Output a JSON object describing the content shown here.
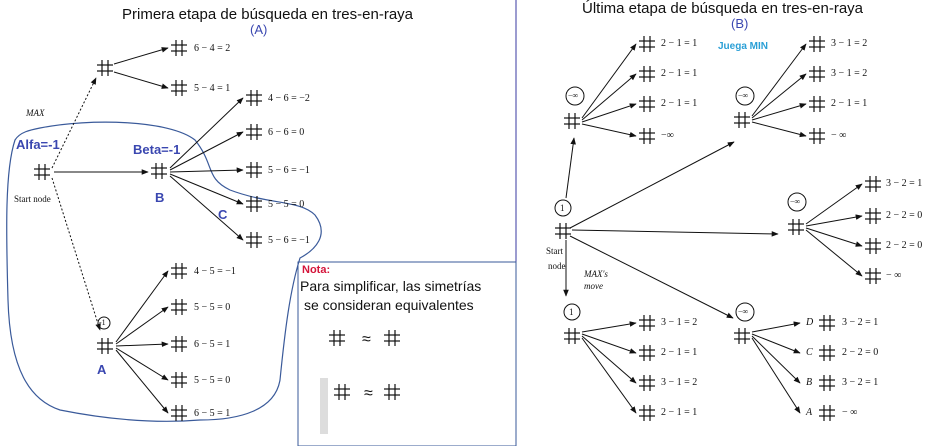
{
  "panel_a": {
    "title": "Primera etapa de búsqueda en tres-en-raya",
    "tag": "(A)",
    "max_label": "MAX",
    "alfa_label": "Alfa=-1",
    "beta_label": "Beta=-1",
    "start_label": "Start node",
    "node_b": "B",
    "node_c": "C",
    "node_a": "A",
    "a_node_value": "-1",
    "evaluations": [
      "6 − 4 = 2",
      "5 − 4 = 1",
      "4 − 6 = −2",
      "6 − 6 = 0",
      "5 − 6 = −1",
      "5 − 5 = 0",
      "5 − 6 = −1",
      "4 − 5 = −1",
      "5 − 5 = 0",
      "6 − 5 = 1",
      "5 − 5 = 0",
      "6 − 5 = 1"
    ]
  },
  "nota": {
    "title": "Nota:",
    "line1": "Para simplificar, las simetrías",
    "line2": "se consideran equivalentes",
    "approx": "≈"
  },
  "panel_b": {
    "title": "Última etapa de búsqueda en tres-en-raya",
    "tag": "(B)",
    "juega_min": "Juega MIN",
    "start_value": "1",
    "start_label_1": "Start",
    "start_label_2": "node",
    "max_move_1": "MAX's",
    "max_move_2": "move",
    "group1_value": "−∞",
    "group1_evals": [
      "2 − 1 = 1",
      "2 − 1 = 1",
      "2 − 1 = 1",
      "−∞"
    ],
    "group2_value": "−∞",
    "group2_evals": [
      "3 − 1 = 2",
      "3 − 1 = 2",
      "2 − 1 = 1",
      "− ∞"
    ],
    "group3_value": "−∞",
    "group3_evals": [
      "3 − 2 = 1",
      "2 − 2 = 0",
      "2 − 2 = 0",
      "− ∞"
    ],
    "group4_value": "1",
    "group4_evals": [
      "3 − 1 = 2",
      "2 − 1 = 1",
      "3 − 1 = 2",
      "2 − 1 = 1"
    ],
    "group5_value": "−∞",
    "group5_letters": [
      "D",
      "C",
      "B",
      "A"
    ],
    "group5_evals": [
      "3 − 2 = 1",
      "2 − 2 = 0",
      "3 − 2 = 1",
      "− ∞"
    ]
  },
  "colors": {
    "label_blue": "#3a47b0",
    "nota_red": "#d4143a",
    "juega_cyan": "#2a9fd6",
    "divider": "#3a3aa0"
  }
}
